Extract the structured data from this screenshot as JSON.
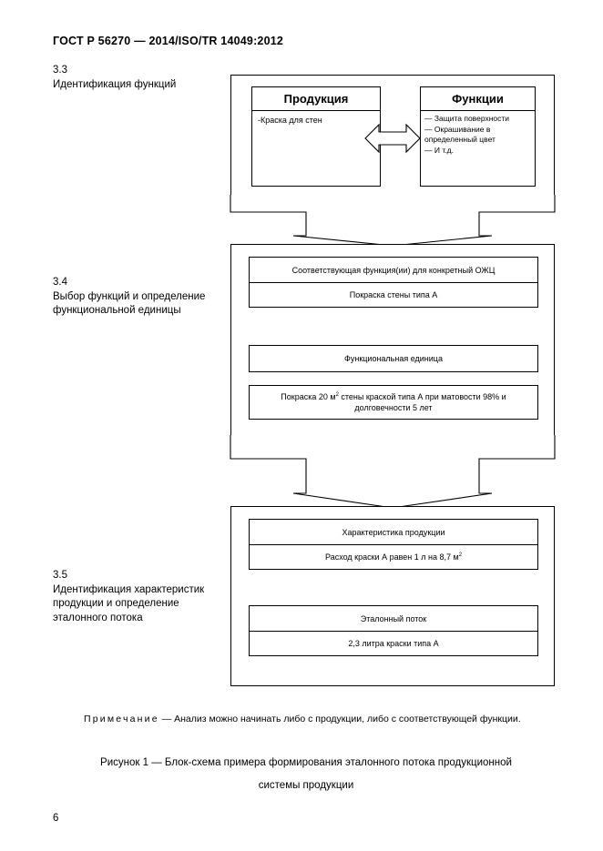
{
  "header": {
    "title": "ГОСТ Р 56270 — 2014/ISO/TR 14049:2012"
  },
  "steps": [
    {
      "number": "3.3",
      "text": "Идентификация функций"
    },
    {
      "number": "3.4",
      "text": "Выбор функций и определение функциональной единицы"
    },
    {
      "number": "3.5",
      "text": "Идентификация характеристик продукции и определение эталонного потока"
    }
  ],
  "diagram": {
    "group1": {
      "product_box": {
        "title": "Продукция",
        "body": "-Краска для стен"
      },
      "functions_box": {
        "title": "Функции",
        "items": [
          "— Защита поверхности",
          "— Окрашивание в",
          "определенный цвет",
          "— И т.д."
        ]
      },
      "connector": "bidirectional-arrow"
    },
    "group2": {
      "box_a": {
        "row1": "Соответствующая функция(ии) для конкретный ОЖЦ",
        "row2": "Покраска стены типа А"
      },
      "box_b": {
        "row1": "Функциональная единица"
      },
      "box_c": {
        "row1_pre": "Покраска 20 м",
        "row1_sup": "2",
        "row1_post": " стены краской типа А при матовости 98% и долговечности 5 лет"
      }
    },
    "group3": {
      "box_a": {
        "row1": "Характеристика продукции",
        "row2_pre": "Расход краски А равен 1 л на 8,7 м",
        "row2_sup": "2"
      },
      "box_b": {
        "row1": "Эталонный поток",
        "row2": "2,3 литра краски типа А"
      }
    }
  },
  "note": {
    "label": "Примечание",
    "dash": "—",
    "text": "Анализ можно начинать либо с продукции, либо с соответствующей функции."
  },
  "caption": {
    "line1": "Рисунок 1 — Блок-схема примера формирования эталонного потока продукционной",
    "line2": "системы продукции"
  },
  "page_number": "6",
  "colors": {
    "ink": "#000000",
    "paper": "#ffffff"
  }
}
